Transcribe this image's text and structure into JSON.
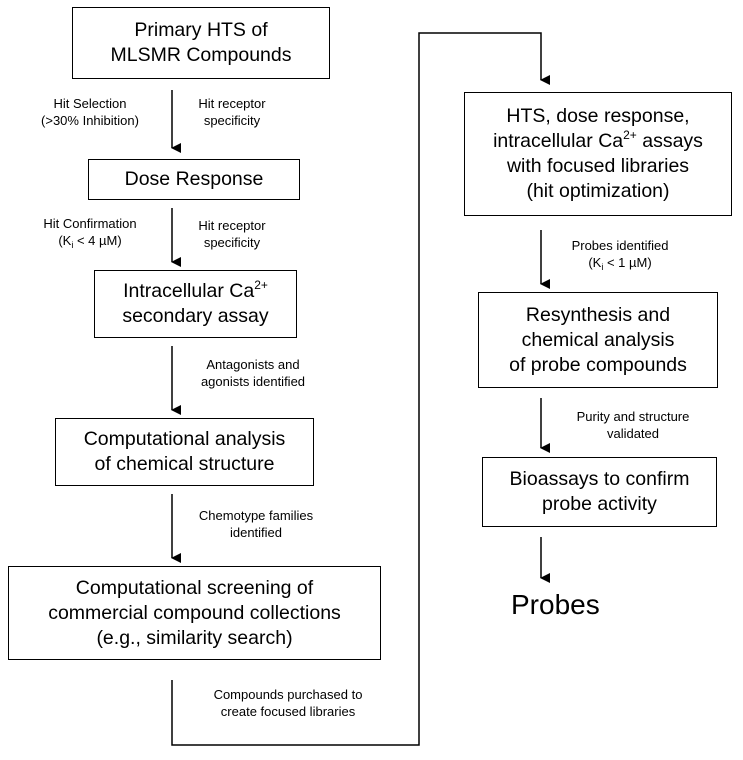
{
  "left_column": {
    "primary_hts": {
      "line1": "Primary HTS of",
      "line2": "MLSMR Compounds"
    },
    "hit_selection": {
      "line1": "Hit Selection",
      "line2": "(>30% Inhibition)"
    },
    "hit_receptor_1": {
      "line1": "Hit receptor",
      "line2": "specificity"
    },
    "dose_response": {
      "line1": "Dose Response"
    },
    "hit_confirmation": {
      "line1": "Hit Confirmation",
      "line2_pre": "(K",
      "line2_sub": "i",
      "line2_post": " < 4 µM)"
    },
    "hit_receptor_2": {
      "line1": "Hit receptor",
      "line2": "specificity"
    },
    "intracellular": {
      "line1_pre": "Intracellular Ca",
      "line1_sup": "2+",
      "line2": "secondary assay"
    },
    "antagonists": {
      "line1": "Antagonists and",
      "line2": "agonists identified"
    },
    "computational_analysis": {
      "line1": "Computational analysis",
      "line2": "of chemical structure"
    },
    "chemotype": {
      "line1": "Chemotype families",
      "line2": "identified"
    },
    "computational_screening": {
      "line1": "Computational screening of",
      "line2": "commercial compound collections",
      "line3": "(e.g., similarity search)"
    },
    "compounds_purchased": {
      "line1": "Compounds purchased to",
      "line2": "create focused libraries"
    }
  },
  "right_column": {
    "hts_focused": {
      "line1": "HTS, dose response,",
      "line2_pre": "intracellular Ca",
      "line2_sup": "2+",
      "line2_post": " assays",
      "line3": "with focused libraries",
      "line4": "(hit optimization)"
    },
    "probes_identified": {
      "line1": "Probes identified",
      "line2_pre": "(K",
      "line2_sub": "i",
      "line2_post": " < 1 µM)"
    },
    "resynthesis": {
      "line1": "Resynthesis and",
      "line2": "chemical analysis",
      "line3": "of probe compounds"
    },
    "purity": {
      "line1": "Purity and structure",
      "line2": "validated"
    },
    "bioassays": {
      "line1": "Bioassays to confirm",
      "line2": "probe activity"
    },
    "probes": "Probes"
  }
}
